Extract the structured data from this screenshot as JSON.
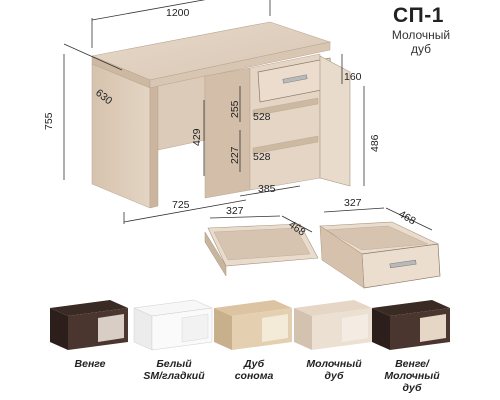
{
  "header": {
    "model": "СП-1",
    "color_line1": "Молочный",
    "color_line2": "дуб"
  },
  "dimensions": {
    "width": "1200",
    "depth": "630",
    "height": "755",
    "drawer_height": "160",
    "shelf_gap_upper": "255",
    "leg_gap": "429",
    "shelf_gap_lower": "227",
    "shelf_depth_upper": "528",
    "shelf_depth_lower": "528",
    "door_height": "486",
    "knee_width": "725",
    "cabinet_width": "385",
    "drawer_width": "327",
    "drawer_depth": "468"
  },
  "variants": [
    {
      "l1": "Венге",
      "l2": "",
      "l3": "",
      "color": "#3a2a24"
    },
    {
      "l1": "Белый",
      "l2": "SM/гладкий",
      "l3": "",
      "color": "#f4f4f4"
    },
    {
      "l1": "Дуб",
      "l2": "сонома",
      "l3": "",
      "color": "#d9bf9c"
    },
    {
      "l1": "Молочный",
      "l2": "дуб",
      "l3": "",
      "color": "#e6d6c6"
    },
    {
      "l1": "Венге/",
      "l2": "Молочный",
      "l3": "дуб",
      "color": "#3a2a24"
    }
  ],
  "colors": {
    "milk_oak": "#e2d2c2",
    "milk_oak_dark": "#c9b6a3",
    "wenge": "#3a2a24",
    "line": "#333333"
  }
}
